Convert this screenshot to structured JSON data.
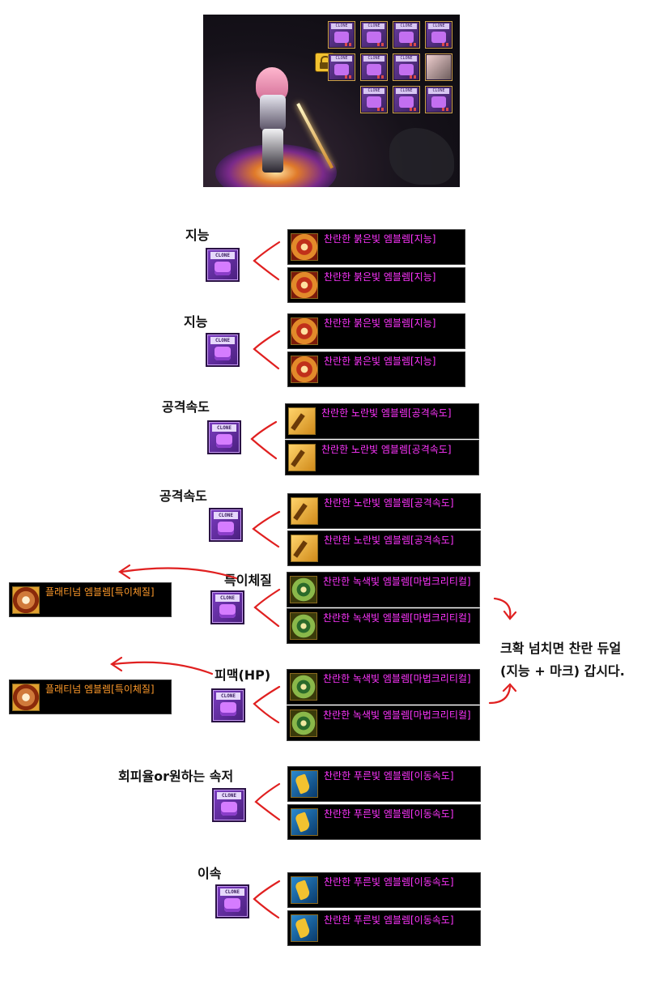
{
  "character_panel": {
    "avatar_slot_tag": "CLONE",
    "avatar_slots_count": 11
  },
  "rows": [
    {
      "label": "지능",
      "emblems": [
        "찬란한 붉은빛 엠블렘[지능]",
        "찬란한 붉은빛 엠블렘[지능]"
      ],
      "emblem_color": "red"
    },
    {
      "label": "지능",
      "emblems": [
        "찬란한 붉은빛 엠블렘[지능]",
        "찬란한 붉은빛 엠블렘[지능]"
      ],
      "emblem_color": "red"
    },
    {
      "label": "공격속도",
      "emblems": [
        "찬란한 노란빛 엠블렘[공격속도]",
        "찬란한 노란빛 엠블렘[공격속도]"
      ],
      "emblem_color": "yellow"
    },
    {
      "label": "공격속도",
      "emblems": [
        "찬란한 노란빛 엠블렘[공격속도]",
        "찬란한 노란빛 엠블렘[공격속도]"
      ],
      "emblem_color": "yellow"
    },
    {
      "label": "특이체질",
      "emblems": [
        "찬란한 녹색빛 엠블렘[마법크리티컬]",
        "찬란한 녹색빛 엠블렘[마법크리티컬]"
      ],
      "emblem_color": "green",
      "platinum": "플래티넘 엠블렘[특이체질]"
    },
    {
      "label": "피맥(HP)",
      "emblems": [
        "찬란한 녹색빛 엠블렘[마법크리티컬]",
        "찬란한 녹색빛 엠블렘[마법크리티컬]"
      ],
      "emblem_color": "green",
      "platinum": "플래티넘 엠블렘[특이체질]"
    },
    {
      "label": "회피율or원하는 속저",
      "emblems": [
        "찬란한 푸른빛 엠블렘[이동속도]",
        "찬란한 푸른빛 엠블렘[이동속도]"
      ],
      "emblem_color": "blue"
    },
    {
      "label": "이속",
      "emblems": [
        "찬란한 푸른빛 엠블렘[이동속도]",
        "찬란한 푸른빛 엠블렘[이동속도]"
      ],
      "emblem_color": "blue"
    }
  ],
  "note": {
    "line1": "크확 넘치면 찬란 듀얼",
    "line2": "(지능 + 마크) 갑시다."
  },
  "colors": {
    "emblem_text": "#ff35ff",
    "platinum_text": "#ff9a2a",
    "arrow": "#e02020"
  }
}
